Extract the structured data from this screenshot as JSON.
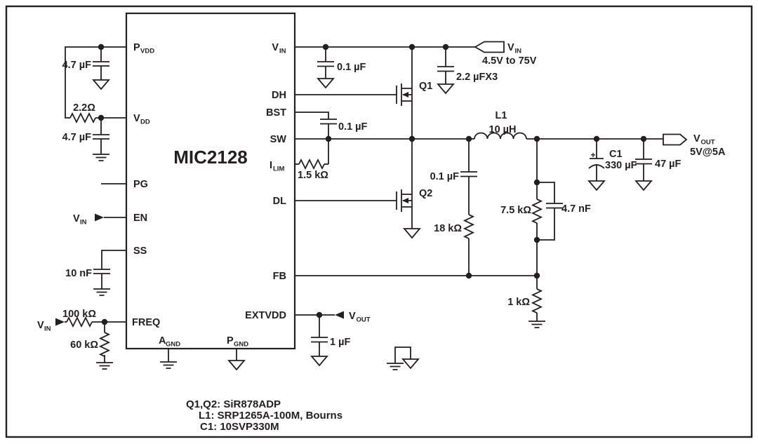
{
  "colors": {
    "ink": "#231f20",
    "background": "#ffffff"
  },
  "ic": {
    "part_number": "MIC2128"
  },
  "pins": {
    "pvdd": {
      "main": "P",
      "sub": "VDD"
    },
    "vdd": {
      "main": "V",
      "sub": "DD"
    },
    "pg": "PG",
    "en": "EN",
    "ss": "SS",
    "freq": "FREQ",
    "vin": {
      "main": "V",
      "sub": "IN"
    },
    "dh": "DH",
    "bst": "BST",
    "sw": "SW",
    "ilim": {
      "main": "I",
      "sub": "LIM"
    },
    "dl": "DL",
    "fb": "FB",
    "extvdd": "EXTVDD",
    "agnd": {
      "main": "A",
      "sub": "GND"
    },
    "pgnd": {
      "main": "P",
      "sub": "GND"
    }
  },
  "components": {
    "pvdd_cap": "4.7 µF",
    "vdd_res": "2.2Ω",
    "vdd_cap": "4.7 µF",
    "ss_cap": "10 nF",
    "freq_res_series": "100 kΩ",
    "freq_res_shunt": "60 kΩ",
    "vin_cap": "0.1 µF",
    "bulk_cap": "2.2 µFX3",
    "q1": "Q1",
    "q2": "Q2",
    "bst_cap": "0.1 µF",
    "ilim_res": "1.5 kΩ",
    "l1_ref": "L1",
    "l1_val": "10 µH",
    "inj_cap": "0.1 µF",
    "inj_res": "18 kΩ",
    "fb_res_top": "7.5 kΩ",
    "fb_cap": "4.7 nF",
    "fb_res_bot": "1 kΩ",
    "c1_polarity": "+",
    "c1_ref": "C1",
    "c1_val": "330 µF",
    "out_cap": "47 µF",
    "extvdd_cap": "1 µF"
  },
  "ports": {
    "vin_flag": {
      "main": "V",
      "sub": "IN",
      "detail": "4.5V to 75V"
    },
    "vout_flag": {
      "main": "V",
      "sub": "OUT",
      "detail": "5V@5A"
    },
    "en_source": {
      "main": "V",
      "sub": "IN"
    },
    "freq_source": {
      "main": "V",
      "sub": "IN"
    },
    "extvdd_source": {
      "main": "V",
      "sub": "OUT"
    }
  },
  "notes": [
    "Q1,Q2: SiR878ADP",
    "L1: SRP1265A-100M, Bourns",
    "C1: 10SVP330M"
  ]
}
